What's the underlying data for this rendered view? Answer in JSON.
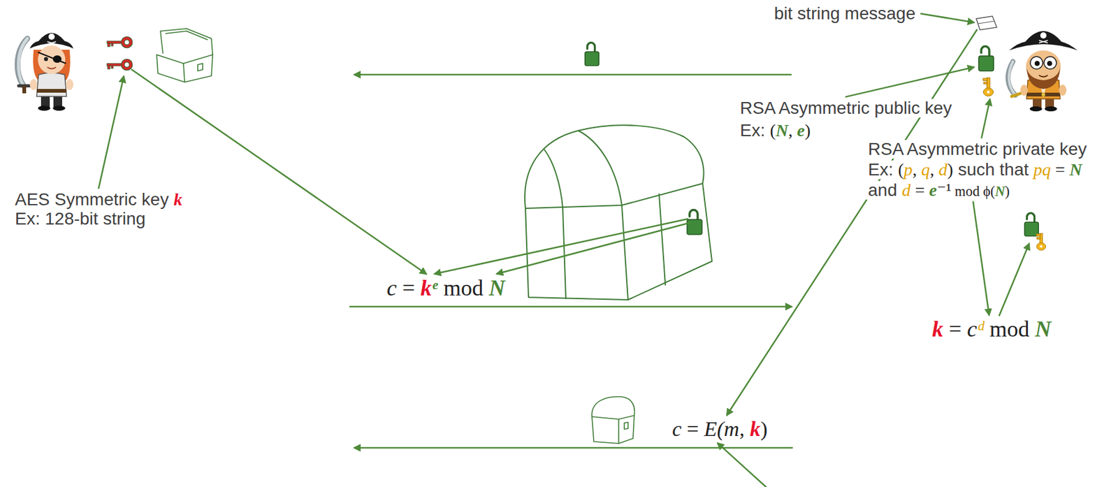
{
  "diagram": {
    "labels": [
      "bit string message",
      "RSA Asymmetric public key",
      "Ex: (N, e)",
      "RSA Asymmetric private key",
      "Ex: (p, q, d) such that pq = N",
      "and d = e⁻¹ mod ϕ(N)",
      "AES Symmetric key k",
      "Ex: 128-bit string",
      "c = kᵉ mod N",
      "k = cᵈ mod N",
      "c = E(m, k)"
    ]
  }
}
